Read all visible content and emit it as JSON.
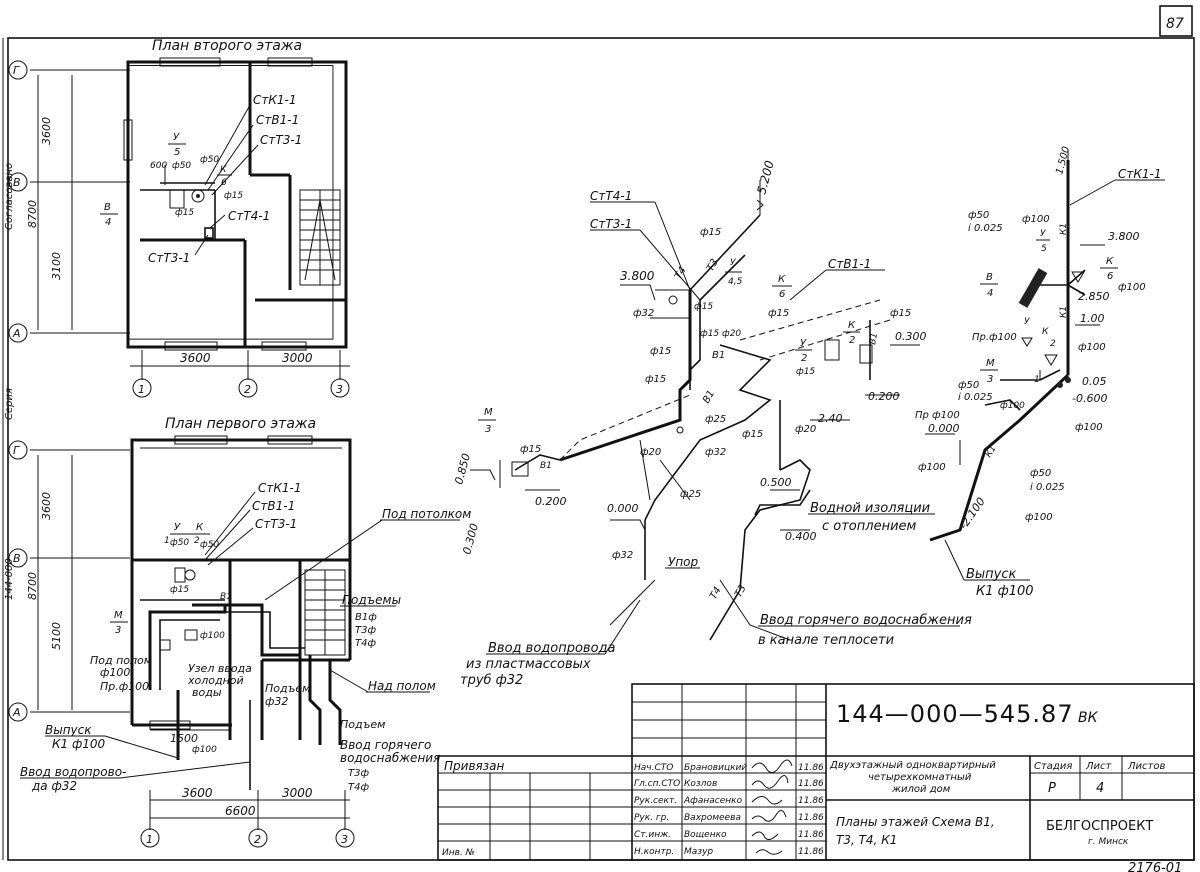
{
  "sheet_number": "87",
  "plans": {
    "second_floor": {
      "title": "План второго этажа",
      "axes_rows": [
        "Г",
        "В",
        "А"
      ],
      "axes_cols": [
        "1",
        "2",
        "3"
      ],
      "dims_left": [
        "3600",
        "8700",
        "3100"
      ],
      "dims_bottom": [
        "3600",
        "3000"
      ],
      "risers": [
        "СтК1-1",
        "СтВ1-1",
        "СтТ3-1",
        "СтТ4-1",
        "СтТ3-1"
      ],
      "labels": {
        "ref_y5": "У",
        "ref_y5_b": "5",
        "ref_b4": "В",
        "ref_b4_b": "4",
        "ref_k6": "К",
        "ref_k6_b": "6",
        "d15": "ф15",
        "d50": "ф50",
        "d50_b": "ф50",
        "d15_b": "ф15",
        "d600": "600"
      }
    },
    "first_floor": {
      "title": "План первого этажа",
      "axes_rows": [
        "Г",
        "В",
        "А"
      ],
      "axes_cols": [
        "1",
        "2",
        "3"
      ],
      "dims_left": [
        "3600",
        "8700",
        "5100"
      ],
      "dims_bottom_inner": "1500",
      "dims_bottom": [
        "3600",
        "3000"
      ],
      "dims_total": "6600",
      "risers": [
        "СтК1-1",
        "СтВ1-1",
        "СтТ3-1"
      ],
      "labels": {
        "under_ceiling": "Под потолком",
        "rises": "Подъемы",
        "rises_b1": "В1ф",
        "rises_t3": "Т3ф",
        "rises_t4": "Т4ф",
        "ref_m3": "М",
        "ref_m3_b": "3",
        "ref_y": "У",
        "ref_k": "К",
        "ref_1": "1",
        "ref_2": "2",
        "d50": "ф50",
        "d50_b": "ф50",
        "d15": "ф15",
        "d100": "ф100",
        "under_floor": "Под полом",
        "under_floor_d": "ф100",
        "pr_100": "Пр.ф100",
        "water_node": "Узел ввода",
        "cold_water": "холодной",
        "water": "воды",
        "rise_32": "Подъем",
        "rise_32_d": "ф32",
        "above_floor": "Над полом",
        "rise_hot": "Подъем",
        "hot_in": "Ввод горячего",
        "hot_in_2": "водоснабжения",
        "hot_t3": "Т3ф",
        "hot_t4": "Т4ф",
        "outlet": "Выпуск",
        "outlet_d": "К1 ф100",
        "water_in": "Ввод водопрово-",
        "water_in_2": "да ф32",
        "d100_b": "ф100",
        "b1": "В1"
      }
    }
  },
  "axonometry": {
    "left_scheme": {
      "risers": [
        "СтТ4-1",
        "СтТ3-1",
        "СтВ1-1"
      ],
      "levels": [
        "5.200",
        "3.800",
        "0.850",
        "0.300",
        "0.200",
        "0.000",
        "0.500",
        "0.400",
        "2.40",
        "0.300",
        "0.200"
      ],
      "diameters": [
        "ф15",
        "ф32",
        "ф15",
        "ф15",
        "ф15",
        "ф15",
        "ф20",
        "ф25",
        "ф20",
        "ф25",
        "ф32",
        "ф15",
        "ф20",
        "ф32",
        "ф15",
        "ф15",
        "ф15",
        "ф15"
      ],
      "refs": {
        "y4_top": "У",
        "y4_bot": "4,5",
        "k6_top": "К",
        "k6_bot": "6",
        "k2_top": "К",
        "k2_bot": "2",
        "y2_top": "У",
        "y2_bot": "2",
        "m3_top": "М",
        "m3_bot": "3"
      },
      "pipe_tags": [
        "Т3",
        "Т4",
        "В1",
        "В1",
        "В1",
        "В1",
        "Т3",
        "Т4"
      ],
      "notes": {
        "water_insulation": "Водной изоляции",
        "with_heating": "с отоплением",
        "upor": "Упор",
        "water_in_title": "Ввод водопровода",
        "water_in_2": "из пластмассовых",
        "water_in_3": "труб ф32",
        "hot_in_title": "Ввод горячего водоснабжения",
        "hot_in_2": "в канале теплосети"
      }
    },
    "right_scheme": {
      "riser": "СтК1-1",
      "levels": [
        "3.800",
        "2.850",
        "1.00",
        "0.05",
        "-0.600",
        "0.000",
        "-2.100",
        "1.500"
      ],
      "diameters": [
        "ф50",
        "i 0.025",
        "ф100",
        "ф100",
        "ф100",
        "Пр.ф100",
        "ф50",
        "i 0.025",
        "Пр ф100",
        "ф100",
        "ф100",
        "ф50",
        "i 0.025",
        "ф100",
        "ф100"
      ],
      "refs": {
        "y5_top": "У",
        "y5_bot": "5",
        "b4_top": "В",
        "b4_bot": "4",
        "k6_top": "К",
        "k6_bot": "6",
        "y_top": "У",
        "k_top": "К",
        "m3_top": "М",
        "m3_bot": "3",
        "ref_1": "1",
        "ref_2": "2"
      },
      "pipe_tags": [
        "К1",
        "К1",
        "К1"
      ],
      "outlet": "Выпуск",
      "outlet_d": "К1 ф100"
    }
  },
  "title_block": {
    "doc_code": "144—000—545.87",
    "doc_suffix": "ВК",
    "attached": "Привязан",
    "roles": [
      "Нач.СТО",
      "Гл.сп.СТО",
      "Рук.сект.",
      "Рук. гр.",
      "Ст.инж.",
      "Н.контр."
    ],
    "names": [
      "Брановицкий",
      "Козлов",
      "Афанасенко",
      "Вахромеева",
      "Вощенко",
      "Мазур"
    ],
    "dates": [
      "11.86",
      "11.86",
      "11.86",
      "11.86",
      "11.86",
      "11.86"
    ],
    "project_title_1": "Двухэтажный одноквартирный",
    "project_title_2": "четырехкомнатный",
    "project_title_3": "жилой дом",
    "sheet_title_1": "Планы этажей Схема В1,",
    "sheet_title_2": "Т3, Т4, К1",
    "stage_label": "Стадия",
    "sheet_label": "Лист",
    "sheets_label": "Листов",
    "stage": "Р",
    "sheet": "4",
    "org": "БЕЛГОСПРОЕКТ",
    "city": "г. Минск",
    "inv": "Инв. №",
    "archive": "2176-01"
  },
  "margin_strip": [
    "Согласовано",
    "Серия",
    "144-000"
  ]
}
